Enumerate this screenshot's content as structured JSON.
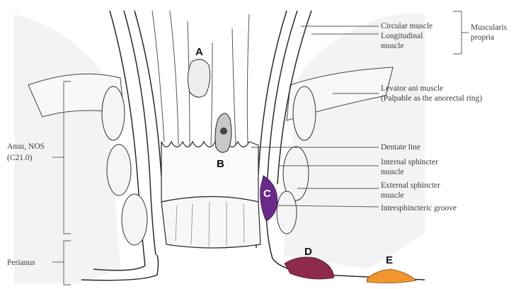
{
  "markers": {
    "a": "A",
    "b": "B",
    "c": "C",
    "d": "D",
    "e": "E"
  },
  "labels": {
    "circular_muscle": "Circular muscle",
    "longitudinal_muscle_1": "Longitudinal",
    "longitudinal_muscle_2": "muscle",
    "muscularis_propria_1": "Muscularis",
    "muscularis_propria_2": "propria",
    "levator_ani_1": "Levator ani muscle",
    "levator_ani_2": "(Palpable as the anorectal ring)",
    "anus_nos_1": "Anus, NOS",
    "anus_nos_2": "(C21.0)",
    "dentate_line": "Dentate line",
    "internal_sphincter_1": "Internal sphincter",
    "internal_sphincter_2": "muscle",
    "external_sphincter_1": "External sphincter",
    "external_sphincter_2": "muscle",
    "intersphincteric_groove": "Intersphincteric groove",
    "perianus": "Perianus"
  },
  "colors": {
    "lesion_c": "#6a2a8a",
    "lesion_d": "#8e2a4a",
    "lesion_e": "#f0962e",
    "line": "#2a2a2a",
    "leader": "#555555"
  }
}
